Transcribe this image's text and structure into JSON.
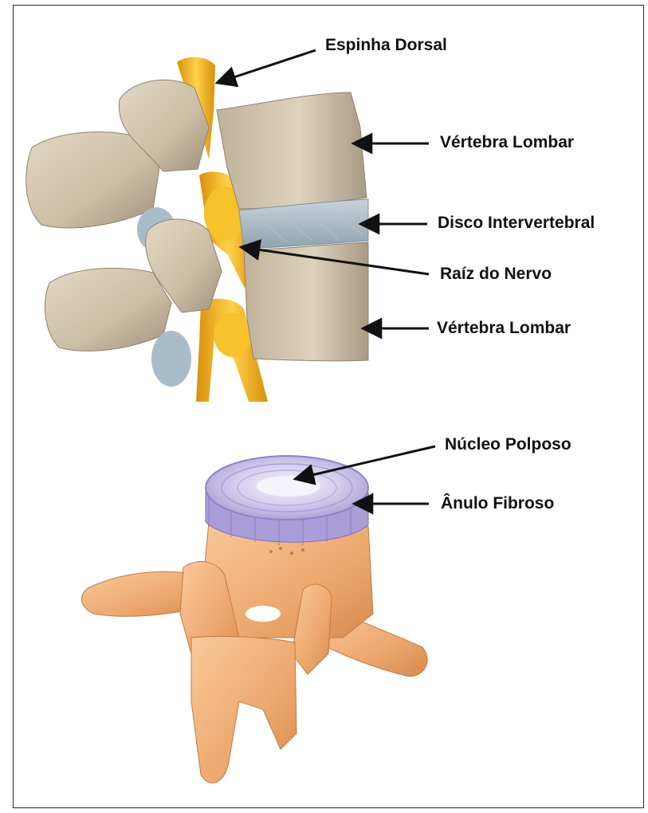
{
  "labels": {
    "spinal_cord": "Espinha Dorsal",
    "upper_vertebra": "Vértebra Lombar",
    "disc": "Disco Intervertebral",
    "nerve_root": "Raíz do Nervo",
    "lower_vertebra": "Vértebra Lombar",
    "nucleus": "Núcleo Polposo",
    "annulus": "Ânulo Fibroso"
  },
  "colors": {
    "bone": "#cfc2ab",
    "bone_shadow": "#8f8270",
    "nerve": "#f2b51c",
    "disc": "#a9bac4",
    "vertebra_orange": "#eeaf78",
    "disc_top": "#cbc3e4",
    "annulus_ring": "#8f83c4",
    "arrow": "#111111"
  }
}
